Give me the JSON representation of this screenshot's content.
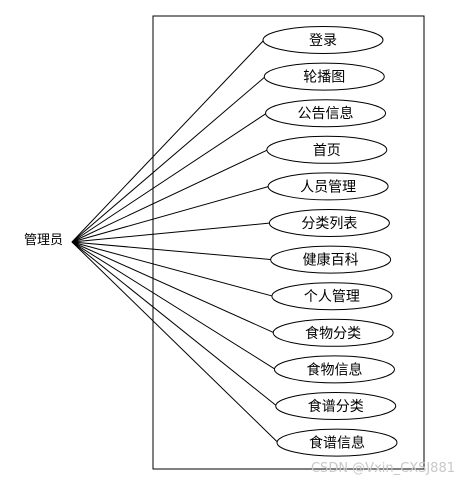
{
  "actor": {
    "label": "管理员"
  },
  "use_cases": [
    {
      "label": "登录"
    },
    {
      "label": "轮播图"
    },
    {
      "label": "公告信息"
    },
    {
      "label": "首页"
    },
    {
      "label": "人员管理"
    },
    {
      "label": "分类列表"
    },
    {
      "label": "健康百科"
    },
    {
      "label": "个人管理"
    },
    {
      "label": "食物分类"
    },
    {
      "label": "食物信息"
    },
    {
      "label": "食谱分类"
    },
    {
      "label": "食谱信息"
    }
  ],
  "watermark": "CSDN @Vxin_CXSJ881"
}
